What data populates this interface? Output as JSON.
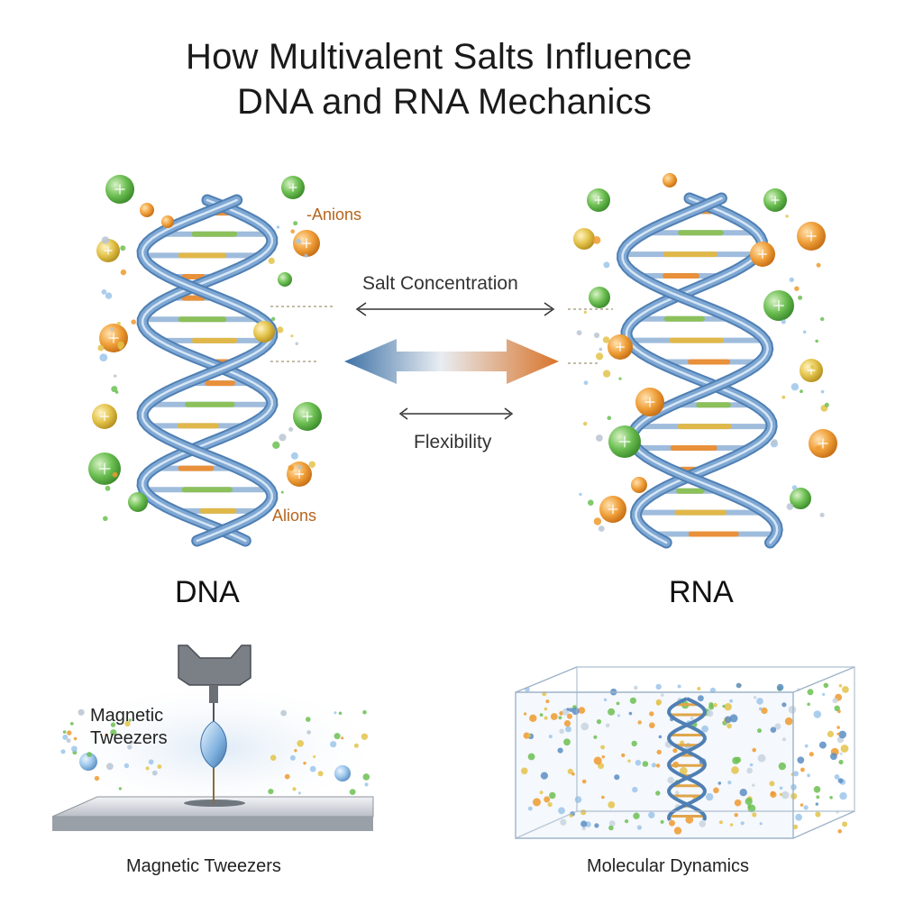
{
  "title": {
    "line1": "How Multivalent Salts Influence",
    "line2": "DNA and RNA Mechanics"
  },
  "labels": {
    "anions": "-Anions",
    "alions": "Alions",
    "salt_concentration": "Salt Concentration",
    "flexibility": "Flexibility",
    "dna": "DNA",
    "rna": "RNA",
    "tweezers_inline": "Magnetic\nTweezers",
    "tweezers_caption": "Magnetic Tweezers",
    "md_caption": "Molecular Dynamics"
  },
  "colors": {
    "helix": "#7fa8d4",
    "helix_dark": "#4f7fb3",
    "ion_green": "#5fb84a",
    "ion_orange": "#ee9a2e",
    "arrow_blue": "#3e72a6",
    "arrow_orange": "#d8742a",
    "label_orange": "#b5651d"
  }
}
